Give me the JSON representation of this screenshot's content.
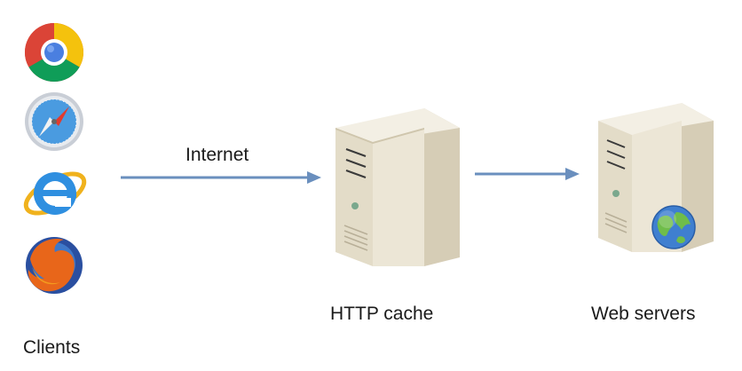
{
  "labels": {
    "clients": "Clients",
    "internet": "Internet",
    "cache": "HTTP cache",
    "servers": "Web servers"
  },
  "icons": {
    "browsers": [
      "chrome-icon",
      "safari-icon",
      "internet-explorer-icon",
      "firefox-icon"
    ],
    "server": "server-tower-icon",
    "globe": "globe-icon"
  },
  "colors": {
    "arrow": "#6a8fbe",
    "server_body": "#ece6d6",
    "globe": "#3f7fd0"
  }
}
